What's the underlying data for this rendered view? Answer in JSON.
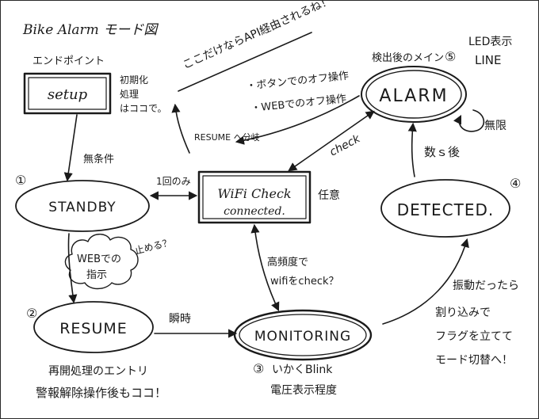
{
  "title": "Bike Alarm モード図",
  "diagonal_note": "ここだけならAPI経由されるね！",
  "setup": {
    "heading": "エンドポイント",
    "label": "setup",
    "side_note_lines": [
      "初期化",
      "処理",
      "はココで。"
    ]
  },
  "states": {
    "standby": {
      "number": "①",
      "label": "STANDBY"
    },
    "resume": {
      "number": "②",
      "label": "RESUME"
    },
    "monitoring": {
      "number": "③",
      "label": "MONITORING"
    },
    "detected": {
      "number": "④",
      "label": "DETECTED."
    },
    "alarm": {
      "number": "⑤",
      "label": "ALARM"
    },
    "wifi": {
      "line1": "WiFi Check",
      "line2": "connected."
    }
  },
  "labels": {
    "unconditional": "無条件",
    "once": "1回のみ",
    "wifi_task": "任意",
    "check": "check",
    "resume_transition": "RESUME へ分岐",
    "button_off": "・ボタンでのオフ操作",
    "web_off": "・WEBでのオフ操作",
    "alarm_heading": "検出後のメイン",
    "led": "LED表示",
    "line": "LINE",
    "loop": "無限",
    "after_seconds": "数ｓ後",
    "high_freq_line1": "高頻度で",
    "high_freq_line2": "wifiをcheck？",
    "instant": "瞬時",
    "vibration": "振動だったら",
    "interrupt_lines": [
      "割り込みで",
      "フラグを立てて",
      "モード切替へ！"
    ],
    "monitoring_note_line1": "いかくBlink",
    "monitoring_note_line2": "電圧表示程度",
    "resume_note_line1": "再開処理のエントリ",
    "resume_note_line2": "警報解除操作後もココ！",
    "web_instruction_line1": "WEBでの",
    "web_instruction_line2": "指示",
    "web_instruction_side": "止める？"
  }
}
